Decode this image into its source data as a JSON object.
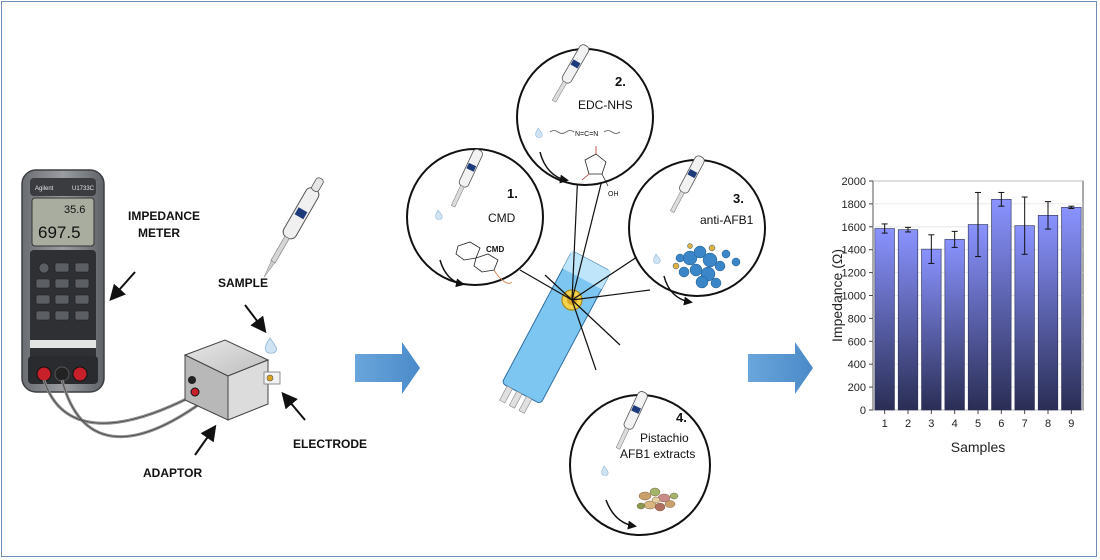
{
  "left_panel": {
    "meter": {
      "brand": "Agilent",
      "model": "U1733C",
      "reading_top": "35.6",
      "reading_main": "697.5"
    },
    "labels": {
      "impedance_meter_line1": "IMPEDANCE",
      "impedance_meter_line2": "METER",
      "sample": "SAMPLE",
      "electrode": "ELECTRODE",
      "adaptor": "ADAPTOR"
    }
  },
  "middle_panel": {
    "steps": [
      {
        "number": "1.",
        "label": "CMD",
        "molecule_label": "CMD"
      },
      {
        "number": "2.",
        "label": "EDC-NHS",
        "molecule_text": "N=C=N",
        "oh_label": "OH"
      },
      {
        "number": "3.",
        "label": "anti-AFB1"
      },
      {
        "number": "4.",
        "label_line1": "Pistachio",
        "label_line2": "AFB1 extracts"
      }
    ]
  },
  "colors": {
    "arrow": "#5b9bd5",
    "bar_top": "#8a93ff",
    "bar_bottom": "#2a2e55",
    "electrode": "#7ec6f2",
    "frame": "#6f8fb8",
    "antibody": "#3a86c8"
  },
  "chart_data": {
    "type": "bar",
    "categories": [
      "1",
      "2",
      "3",
      "4",
      "5",
      "6",
      "7",
      "8",
      "9"
    ],
    "values": [
      1585,
      1575,
      1405,
      1490,
      1620,
      1840,
      1610,
      1700,
      1770
    ],
    "errors": [
      40,
      20,
      125,
      70,
      280,
      60,
      250,
      120,
      10
    ],
    "xlabel": "Samples",
    "ylabel": "Impedance (Ω)",
    "ylim": [
      0,
      2000
    ],
    "yticks": [
      0,
      200,
      400,
      600,
      800,
      1000,
      1200,
      1400,
      1600,
      1800,
      2000
    ]
  }
}
